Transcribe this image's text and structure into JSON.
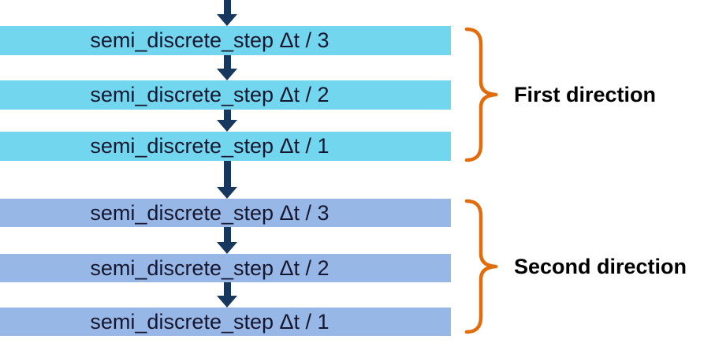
{
  "diagram": {
    "groups": [
      {
        "label": "First direction",
        "box_fill": "#73D6EF",
        "steps": [
          "semi_discrete_step Δt / 3",
          "semi_discrete_step Δt / 2",
          "semi_discrete_step Δt / 1"
        ]
      },
      {
        "label": "Second direction",
        "box_fill": "#97B8E6",
        "steps": [
          "semi_discrete_step Δt / 3",
          "semi_discrete_step Δt / 2",
          "semi_discrete_step Δt / 1"
        ]
      }
    ],
    "colors": {
      "arrow": "#17375E",
      "brace": "#E36C0A",
      "box_text": "#16162E",
      "label_text": "#000000",
      "background": "#FFFFFF"
    }
  }
}
